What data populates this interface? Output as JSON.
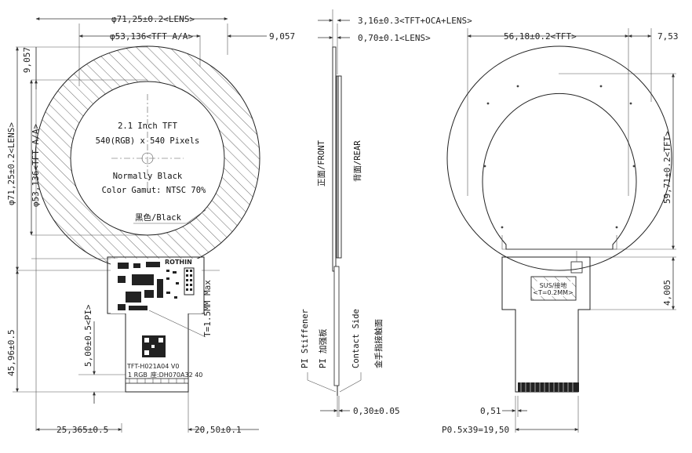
{
  "front": {
    "dims": {
      "lens_width": "φ71,25±0.2<LENS>",
      "tft_aa_width": "φ53,136<TFT A/A>",
      "right_gap": "9,057",
      "top_gap": "9,057",
      "lens_height": "φ71,25±0.2<LENS>",
      "tft_aa_height": "φ53,136<TFT A/A>",
      "fpc_length": "45,96±0.5",
      "pi_length": "5,00±0.5<PI>",
      "bottom_left": "25,365±0.5",
      "bottom_right": "20,50±0.1",
      "tft_thickness_note": "T=1.5MM Max"
    },
    "screen_text": {
      "line1": "2.1 Inch TFT",
      "line2": "540(RGB) x 540 Pixels",
      "line3": "Normally Black",
      "line4": "Color Gamut: NTSC 70%"
    },
    "border_label": "黑色/Black",
    "fpc_labels": {
      "brand": "ROTHIN",
      "model": "TFT-H021A04 V0",
      "pins": "1 RGB_座:DH070A32 40"
    }
  },
  "side": {
    "dims": {
      "total_thickness": "3,16±0.3<TFT+OCA+LENS>",
      "lens_thickness": "0,70±0.1<LENS>",
      "bottom_thickness": "0,30±0.05"
    },
    "labels": {
      "front": "正面/FRONT",
      "rear": "背面/REAR",
      "pi_stiffener": "PI Stiffener",
      "pi_cn": "PI 加强板",
      "contact_side": "Contact Side",
      "contact_cn": "金手指接触面"
    }
  },
  "rear": {
    "dims": {
      "tft_width": "56,18±0.2<TFT>",
      "right_gap": "7,53",
      "tft_height": "59,71±0.2<TFT>",
      "tab_height": "4,005",
      "finger_offset": "0,51",
      "pitch": "P0.5x39=19,50"
    },
    "sus_label": "SUS/接地",
    "sus_thickness": "<T=0.2MM>"
  }
}
